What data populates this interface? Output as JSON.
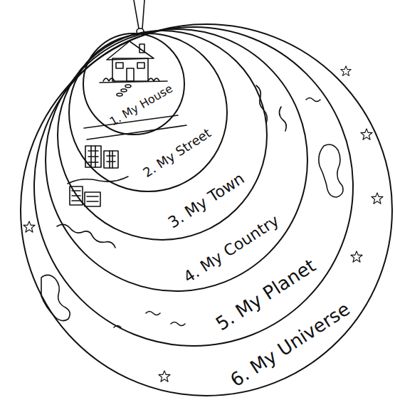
{
  "diagram": {
    "nodes": [
      {
        "text": [
          "6. My Universe"
        ]
      },
      {
        "text": [
          "5. My Planet"
        ],
        "in": 0
      },
      {
        "text": [
          "4. My Country"
        ],
        "in": 1
      },
      {
        "text": [
          "3. My Town"
        ],
        "in": 2
      },
      {
        "text": [
          "2. My Street"
        ],
        "in": 3
      },
      {
        "text": [
          "1. My House"
        ],
        "in": 4
      }
    ]
  }
}
